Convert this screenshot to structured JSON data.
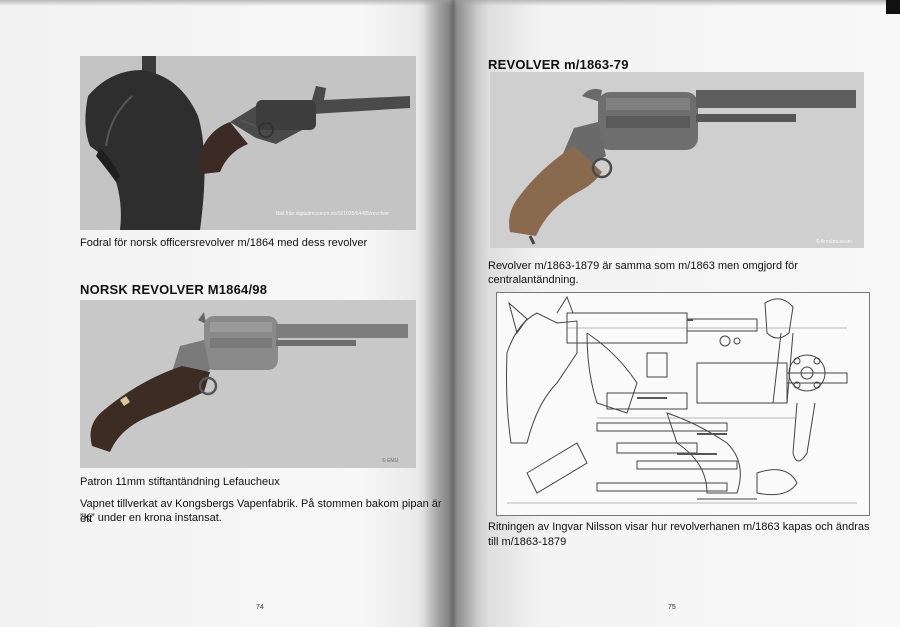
{
  "left_page": {
    "photo1_credit": "Bild från digitaltmuseum.no/021025/64485/revolver",
    "caption1": "Fodral för norsk officersrevolver m/1864 med dess revolver",
    "heading": "NORSK REVOLVER M1864/98",
    "photo2_credit": "© EMU",
    "caption2": "Patron 11mm stiftantändning Lefaucheux",
    "body_line1": "Vapnet tillverkat av Kongsbergs Vapenfabrik. På stommen bakom pipan är ett",
    "body_line2": "”K” under en krona instansat.",
    "page_number": "74"
  },
  "right_page": {
    "heading": "REVOLVER m/1863-79",
    "photo_credit": "© Armémuseum",
    "caption1_line1": "Revolver m/1863-1879 är samma som m/1863 men omgjord för",
    "caption1_line2": "centralantändning.",
    "caption2_line1": "Ritningen av Ingvar Nilsson visar hur revolverhanen m/1863 kapas och ändras",
    "caption2_line2": "till m/1863-1879",
    "page_number": "75"
  }
}
